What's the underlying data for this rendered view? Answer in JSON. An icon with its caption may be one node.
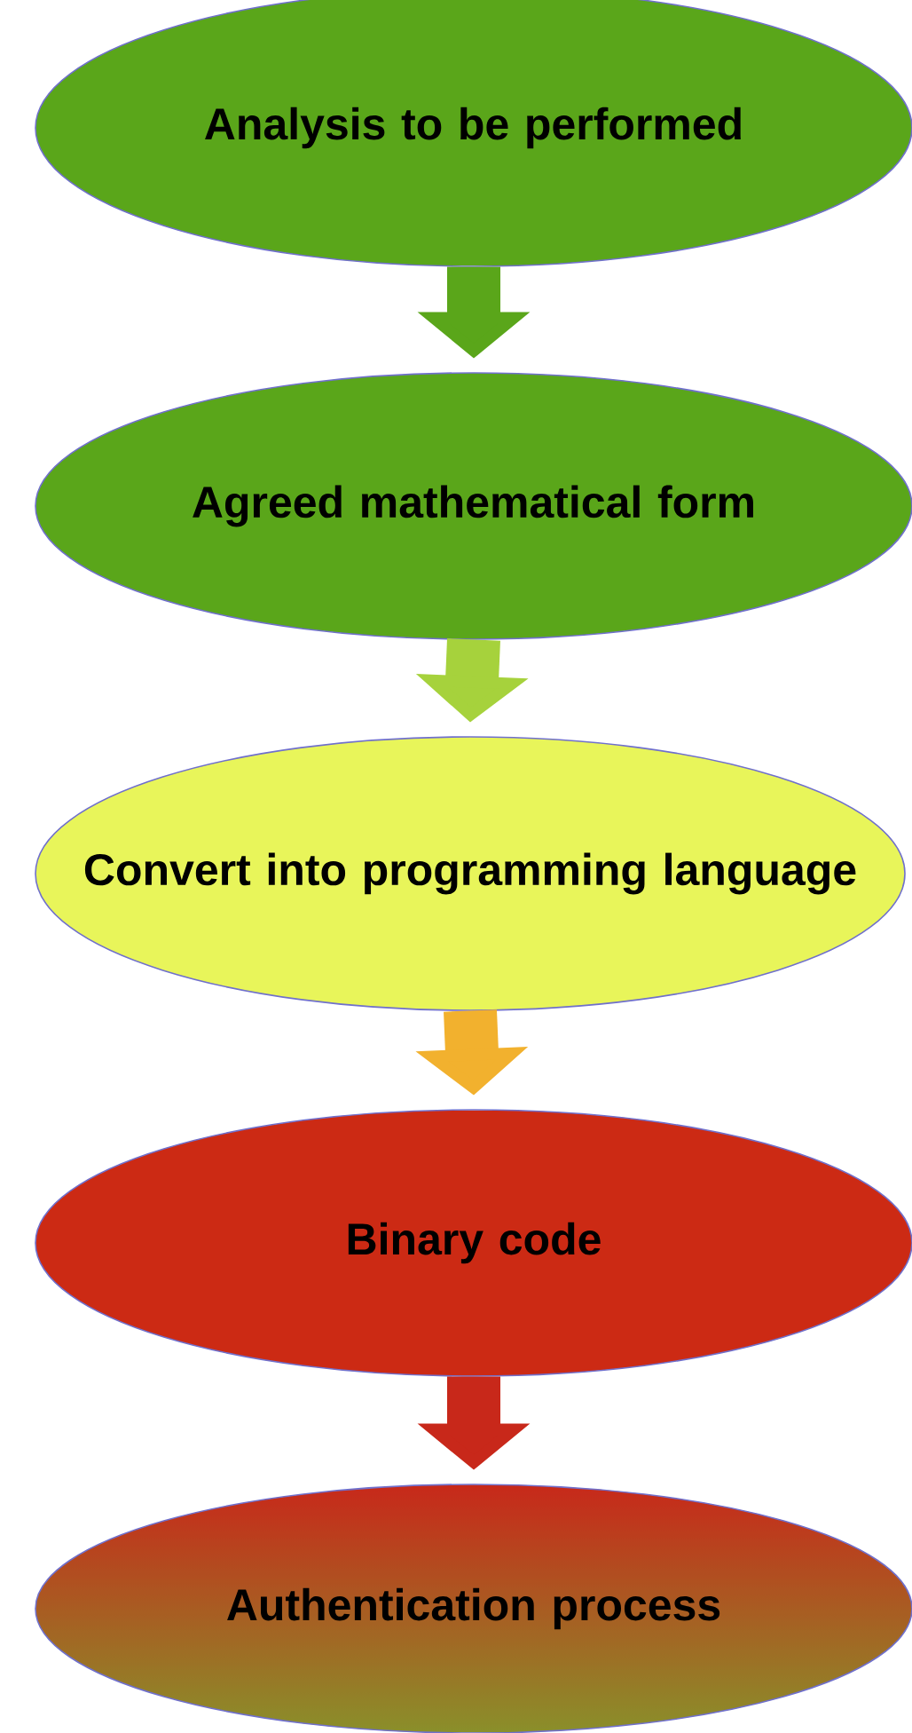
{
  "diagram": {
    "nodes": [
      {
        "text": [
          "Analysis to be performed"
        ]
      },
      {
        "text": [
          "Agreed mathematical form"
        ]
      },
      {
        "text": [
          "Convert into programming language"
        ]
      },
      {
        "text": [
          "Binary code"
        ]
      },
      {
        "text": [
          "Authentication process"
        ]
      }
    ],
    "edges": [
      {
        "from": 0,
        "to": 1,
        "arrow": "to",
        "color": "#5aa61a"
      },
      {
        "from": 1,
        "to": 2,
        "arrow": "to",
        "color": "#a6d23c"
      },
      {
        "from": 2,
        "to": 3,
        "arrow": "to",
        "color": "#f2b12e"
      },
      {
        "from": 3,
        "to": 4,
        "arrow": "to",
        "color": "#c8281a"
      }
    ]
  }
}
